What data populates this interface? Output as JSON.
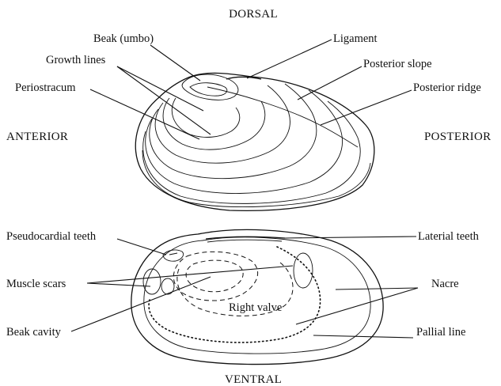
{
  "orientation": {
    "dorsal": "DORSAL",
    "anterior": "ANTERIOR",
    "posterior": "POSTERIOR",
    "ventral": "VENTRAL"
  },
  "top_view_labels": {
    "beak": "Beak (umbo)",
    "ligament": "Ligament",
    "growth_lines": "Growth lines",
    "posterior_slope": "Posterior slope",
    "periostracum": "Periostracum",
    "posterior_ridge": "Posterior ridge"
  },
  "bottom_view_labels": {
    "pseudocardial_teeth": "Pseudocardial teeth",
    "lateral_teeth": "Laterial teeth",
    "muscle_scars": "Muscle scars",
    "nacre": "Nacre",
    "right_valve": "Right valve",
    "beak_cavity": "Beak cavity",
    "pallial_line": "Pallial line"
  }
}
